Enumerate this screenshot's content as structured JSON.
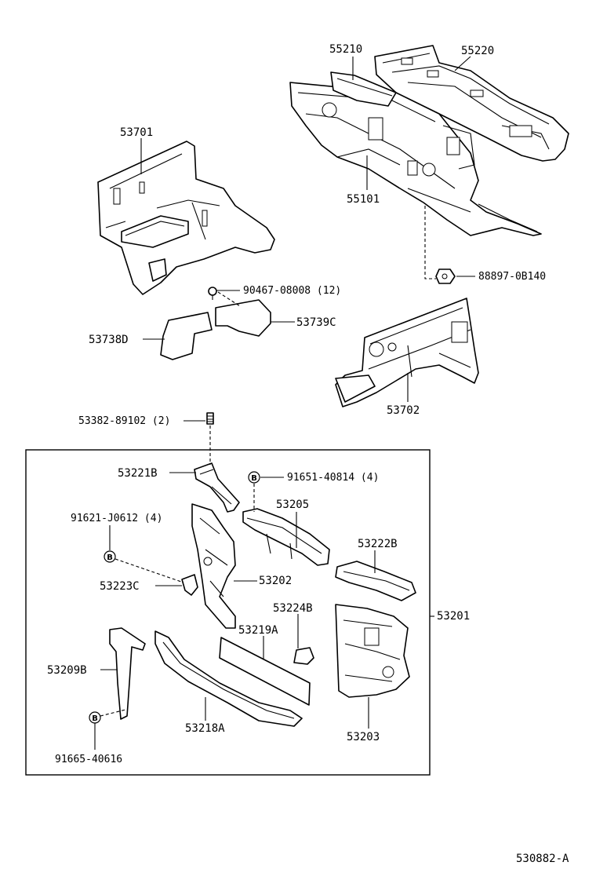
{
  "labels": {
    "p55210": "55210",
    "p55220": "55220",
    "p53701": "53701",
    "p55101": "55101",
    "p88897": "88897-0B140",
    "p90467": "90467-08008 (12)",
    "p53739c": "53739C",
    "p53738d": "53738D",
    "p53702": "53702",
    "p53382": "53382-89102 (2)",
    "p53221b": "53221B",
    "p91651": "91651-40814 (4)",
    "p53205": "53205",
    "p91621": "91621-J0612 (4)",
    "p53222b": "53222B",
    "p53223c": "53223C",
    "p53202": "53202",
    "p53224b": "53224B",
    "p53201": "53201",
    "p53219a": "53219A",
    "p53209b": "53209B",
    "p53218a": "53218A",
    "p53203": "53203",
    "p91665": "91665-40616"
  },
  "bolt_marker": "B",
  "figure_code": "530882-A"
}
